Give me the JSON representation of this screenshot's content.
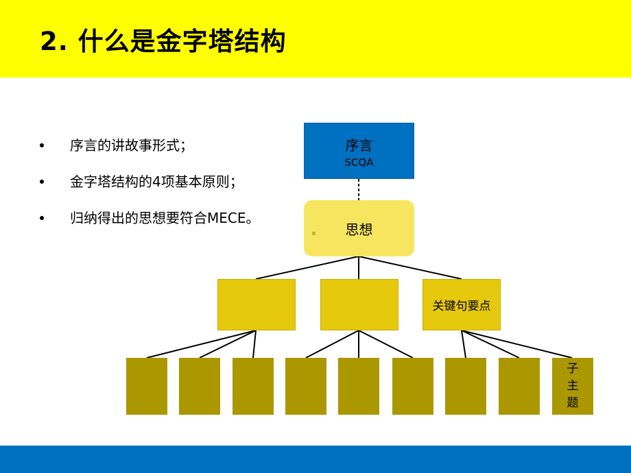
{
  "slide": {
    "title": "2. 什么是金字塔结构",
    "bullets": [
      "序言的讲故事形式；",
      "金字塔结构的4项基本原则；",
      "归纳得出的思想要符合MECE。"
    ]
  },
  "colors": {
    "title_bar": "#ffff00",
    "footer_bar": "#0070c0",
    "intro_box": "#0070c0",
    "thought_box": "#f7e560",
    "key_point_box": "#e6c80d",
    "sub_topic_box": "#ab9700"
  },
  "pyramid": {
    "intro": {
      "line1": "序言",
      "line2": "SCQA"
    },
    "thought": {
      "label": "思想"
    },
    "key_points": [
      "",
      "",
      "关键句要点"
    ],
    "sub_topics": [
      "",
      "",
      "",
      "",
      "",
      "",
      "",
      "",
      "子主题"
    ]
  }
}
